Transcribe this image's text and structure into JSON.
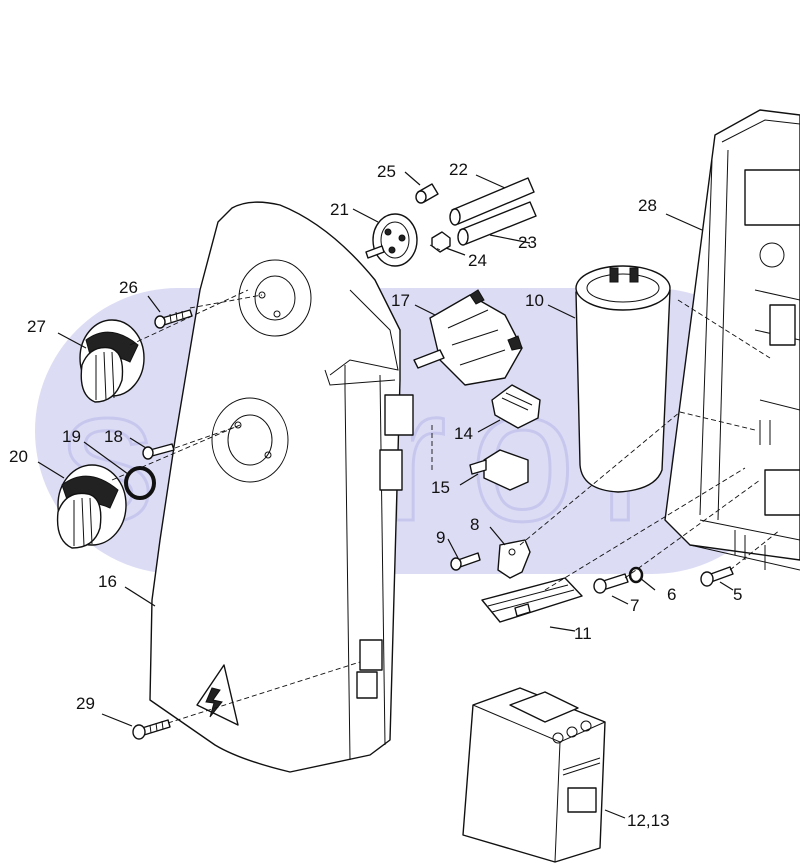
{
  "watermark": {
    "text": "setrolo",
    "color": "#dcdcf5"
  },
  "labels": {
    "l5": "5",
    "l6": "6",
    "l7": "7",
    "l8": "8",
    "l9": "9",
    "l10": "10",
    "l11": "11",
    "l1213": "12,13",
    "l14": "14",
    "l15": "15",
    "l16": "16",
    "l17": "17",
    "l18": "18",
    "l19": "19",
    "l20": "20",
    "l21": "21",
    "l22": "22",
    "l23": "23",
    "l24": "24",
    "l25": "25",
    "l26": "26",
    "l27": "27",
    "l28": "28",
    "l29": "29"
  }
}
